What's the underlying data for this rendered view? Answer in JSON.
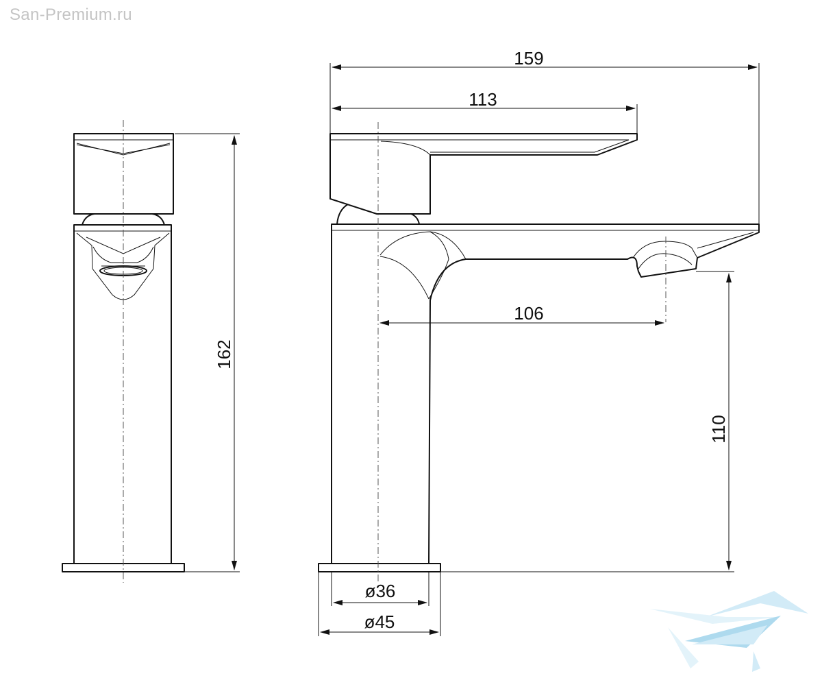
{
  "watermark": {
    "text": "San-Premium.ru"
  },
  "dimensions": {
    "overall_length": "159",
    "handle_length": "113",
    "spout_reach": "106",
    "spout_height": "110",
    "total_height": "162",
    "body_diameter": "ø36",
    "base_diameter": "ø45"
  },
  "logo": {
    "icon": "san-premium-logo",
    "colors": [
      "#bfe3f4",
      "#8ccbe8",
      "#d8eef8"
    ]
  }
}
